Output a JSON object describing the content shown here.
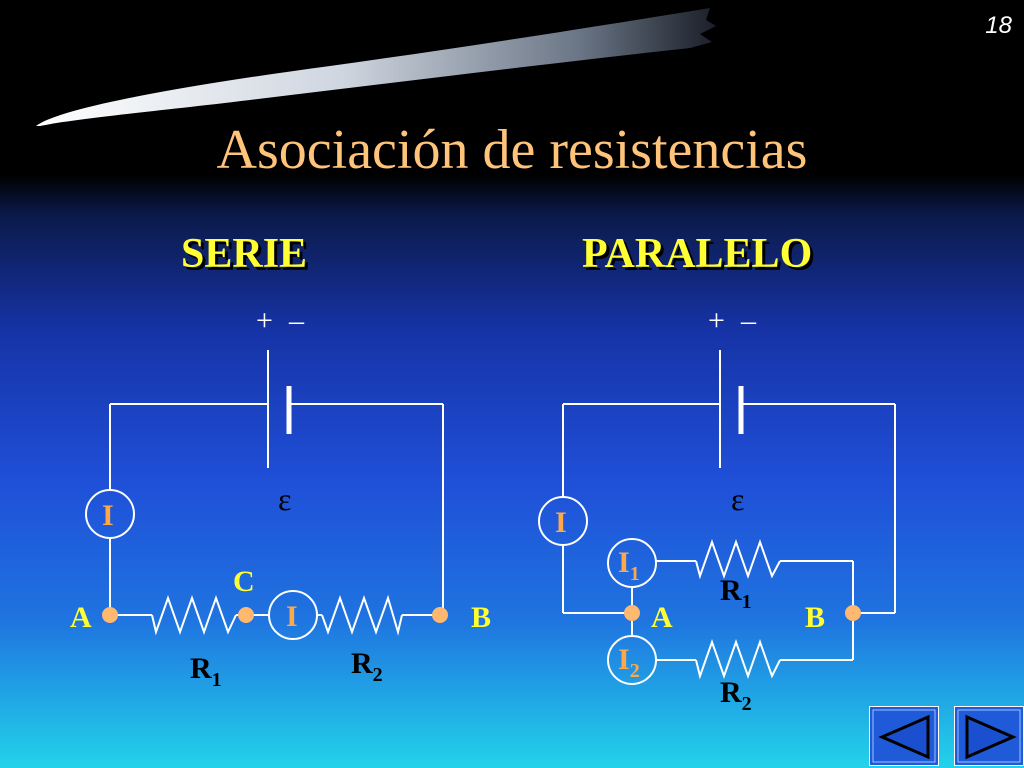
{
  "slide": {
    "number": "18",
    "title": "Asociación de resistencias"
  },
  "serie": {
    "heading": "SERIE",
    "plus": "+",
    "minus": "–",
    "emf": "ε",
    "meter_main": "I",
    "meter_mid": "I",
    "node_a": "A",
    "node_b": "B",
    "node_c": "C",
    "r1": "R",
    "r1_sub": "1",
    "r2": "R",
    "r2_sub": "2"
  },
  "paralelo": {
    "heading": "PARALELO",
    "plus": "+",
    "minus": "–",
    "emf": "ε",
    "meter_main": "I",
    "meter_1": "I",
    "meter_1_sub": "1",
    "meter_2": "I",
    "meter_2_sub": "2",
    "node_a": "A",
    "node_b": "B",
    "r1": "R",
    "r1_sub": "1",
    "r2": "R",
    "r2_sub": "2"
  },
  "colors": {
    "title": "#ffc37a",
    "heading": "#ffff33",
    "node": "#ffb870",
    "current_label": "#ffa84a",
    "wire": "#ffffff"
  },
  "icons": {
    "prev": "triangle-left-icon",
    "next": "triangle-right-icon"
  }
}
